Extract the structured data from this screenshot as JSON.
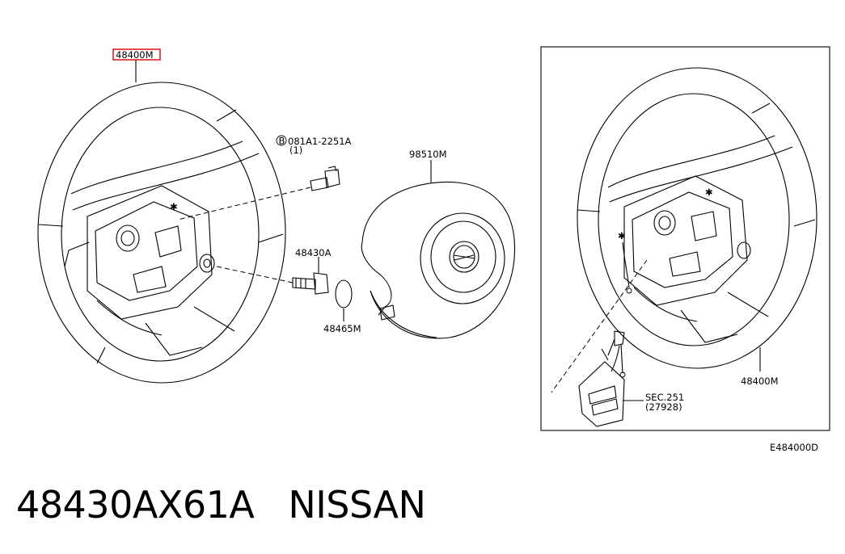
{
  "diagram": {
    "labels": {
      "wheel_part": "48400M",
      "bolt_part": "081A1-2251A",
      "bolt_qty": "(1)",
      "bolt_marker": "B",
      "airbag_part": "98510M",
      "nut_part": "48430A",
      "plug_part": "48465M",
      "inset_wheel_part": "48400M",
      "switch_ref": "SEC.251",
      "switch_ref_code": "(27928)",
      "diagram_code": "E484000D"
    },
    "highlight_color": "#e02020"
  },
  "caption": {
    "part_number": "48430AX61A",
    "brand": "NISSAN"
  }
}
